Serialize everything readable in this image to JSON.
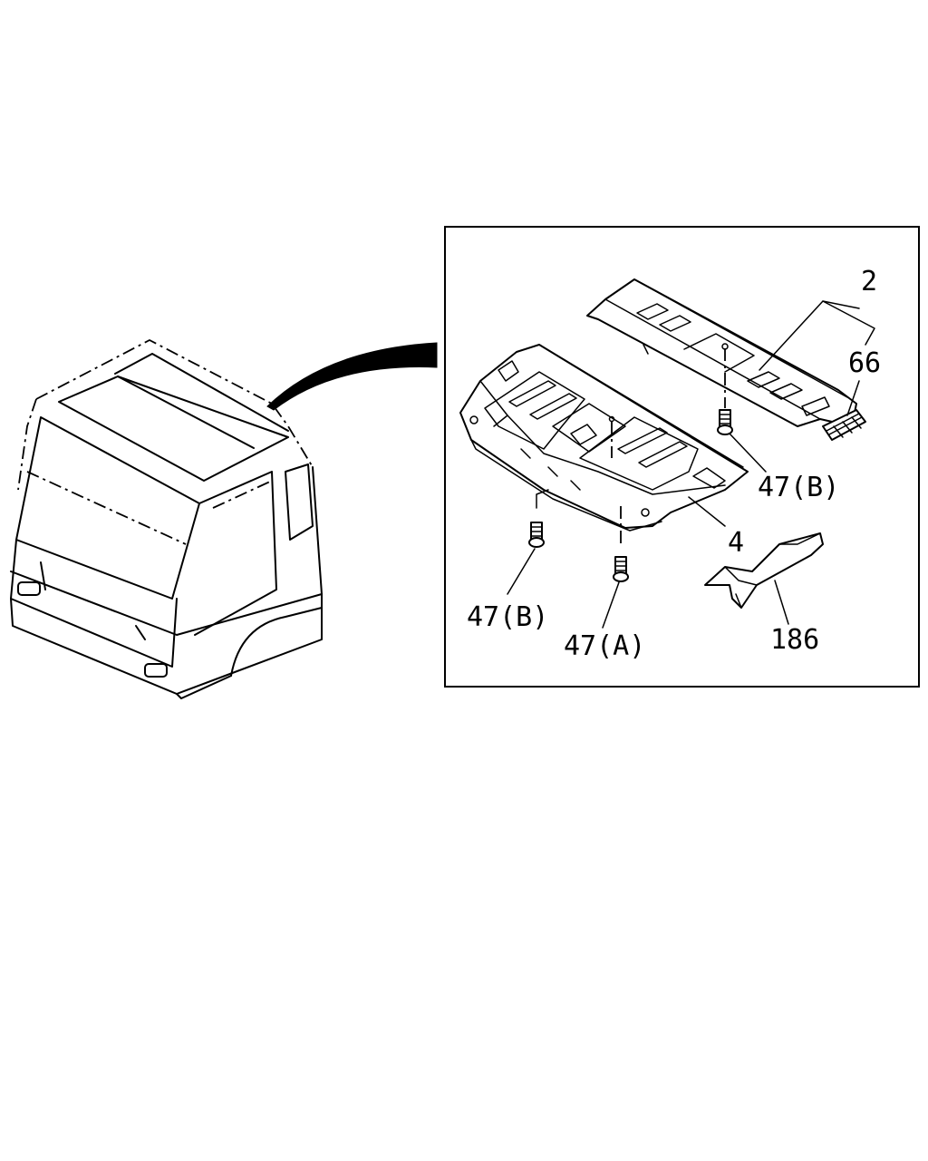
{
  "callouts": {
    "c2": "2",
    "c66": "66",
    "c47b_right": "47(B)",
    "c4": "4",
    "c47b_left": "47(B)",
    "c47a": "47(A)",
    "c186": "186"
  }
}
